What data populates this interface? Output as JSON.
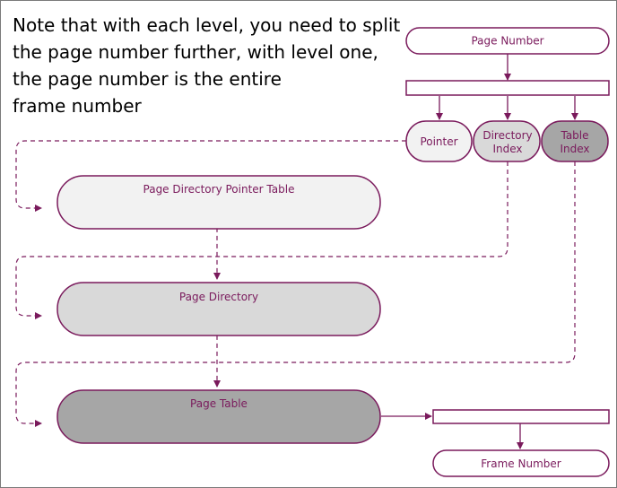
{
  "note": {
    "lines": [
      "Note that with each level, you need to split",
      "the page number further, with level one,",
      "the page number is the entire",
      "frame number"
    ]
  },
  "nodes": {
    "page_number": "Page Number",
    "pointer": "Pointer",
    "directory_index": [
      "Directory",
      "Index"
    ],
    "table_index": [
      "Table",
      "Index"
    ],
    "pdpt": "Page Directory Pointer Table",
    "page_directory": "Page Directory",
    "page_table": "Page Table",
    "frame_number": "Frame Number"
  },
  "colors": {
    "stroke": "#7a1a5c",
    "light_fill": "#f2f2f2",
    "mid_fill": "#d9d9d9",
    "dark_fill": "#a6a6a6",
    "white_fill": "#ffffff"
  }
}
